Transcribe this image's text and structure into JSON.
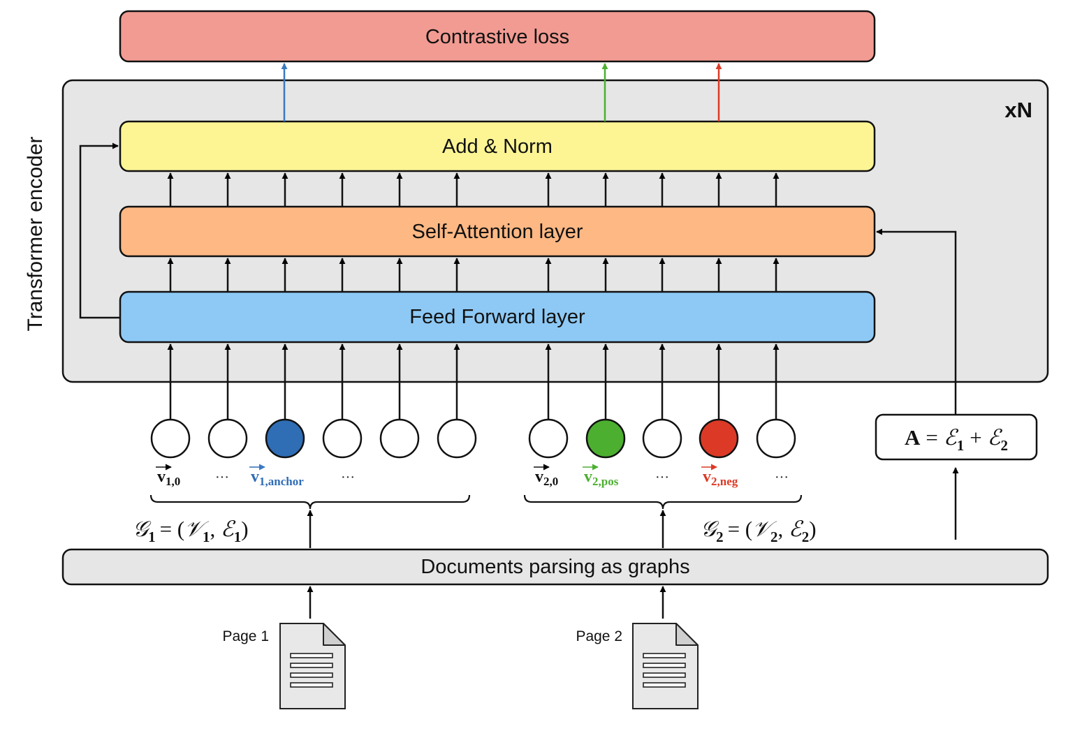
{
  "title_vertical": "Transformer encoder",
  "repeat_label": "xN",
  "blocks": {
    "loss": {
      "label": "Contrastive loss",
      "color": "#f29b92"
    },
    "add_norm": {
      "label": "Add & Norm",
      "color": "#fdf594"
    },
    "self_attention": {
      "label": "Self-Attention layer",
      "color": "#fdb884"
    },
    "feed_forward": {
      "label": "Feed Forward layer",
      "color": "#8ec9f5"
    },
    "parsing": {
      "label": "Documents parsing as graphs",
      "color": "#e6e6e6"
    },
    "encoder_bg": "#e6e6e6"
  },
  "adjacency": {
    "main": "A",
    "eq": "=",
    "e1": "ℰ",
    "sub1": "1",
    "plus": "+",
    "e2": "ℰ",
    "sub2": "2"
  },
  "graph1": {
    "g": "𝒢",
    "gsub": "1",
    "eq": "= (",
    "v": "𝒱",
    "vsub": "1",
    "comma": ", ",
    "e": "ℰ",
    "esub": "1",
    "close": ")",
    "node_colors": [
      "#ffffff",
      "#ffffff",
      "#2f6db5",
      "#ffffff",
      "#ffffff",
      "#ffffff"
    ],
    "labels": {
      "v0": "v",
      "v0_sub": "1,0",
      "dots1": "···",
      "anchor": "v",
      "anchor_sub": "1,anchor",
      "dots2": "···"
    }
  },
  "graph2": {
    "g": "𝒢",
    "gsub": "2",
    "eq": "= (",
    "v": "𝒱",
    "vsub": "2",
    "comma": ", ",
    "e": "ℰ",
    "esub": "2",
    "close": ")",
    "node_colors": [
      "#ffffff",
      "#4caf30",
      "#ffffff",
      "#dc3a26",
      "#ffffff"
    ],
    "labels": {
      "v0": "v",
      "v0_sub": "2,0",
      "pos": "v",
      "pos_sub": "2,pos",
      "dots1": "···",
      "neg": "v",
      "neg_sub": "2,neg",
      "dots2": "···"
    }
  },
  "colors": {
    "anchor": "#2f6db5",
    "positive": "#4caf30",
    "negative": "#dc3a26"
  },
  "pages": [
    {
      "label": "Page 1"
    },
    {
      "label": "Page 2"
    }
  ]
}
